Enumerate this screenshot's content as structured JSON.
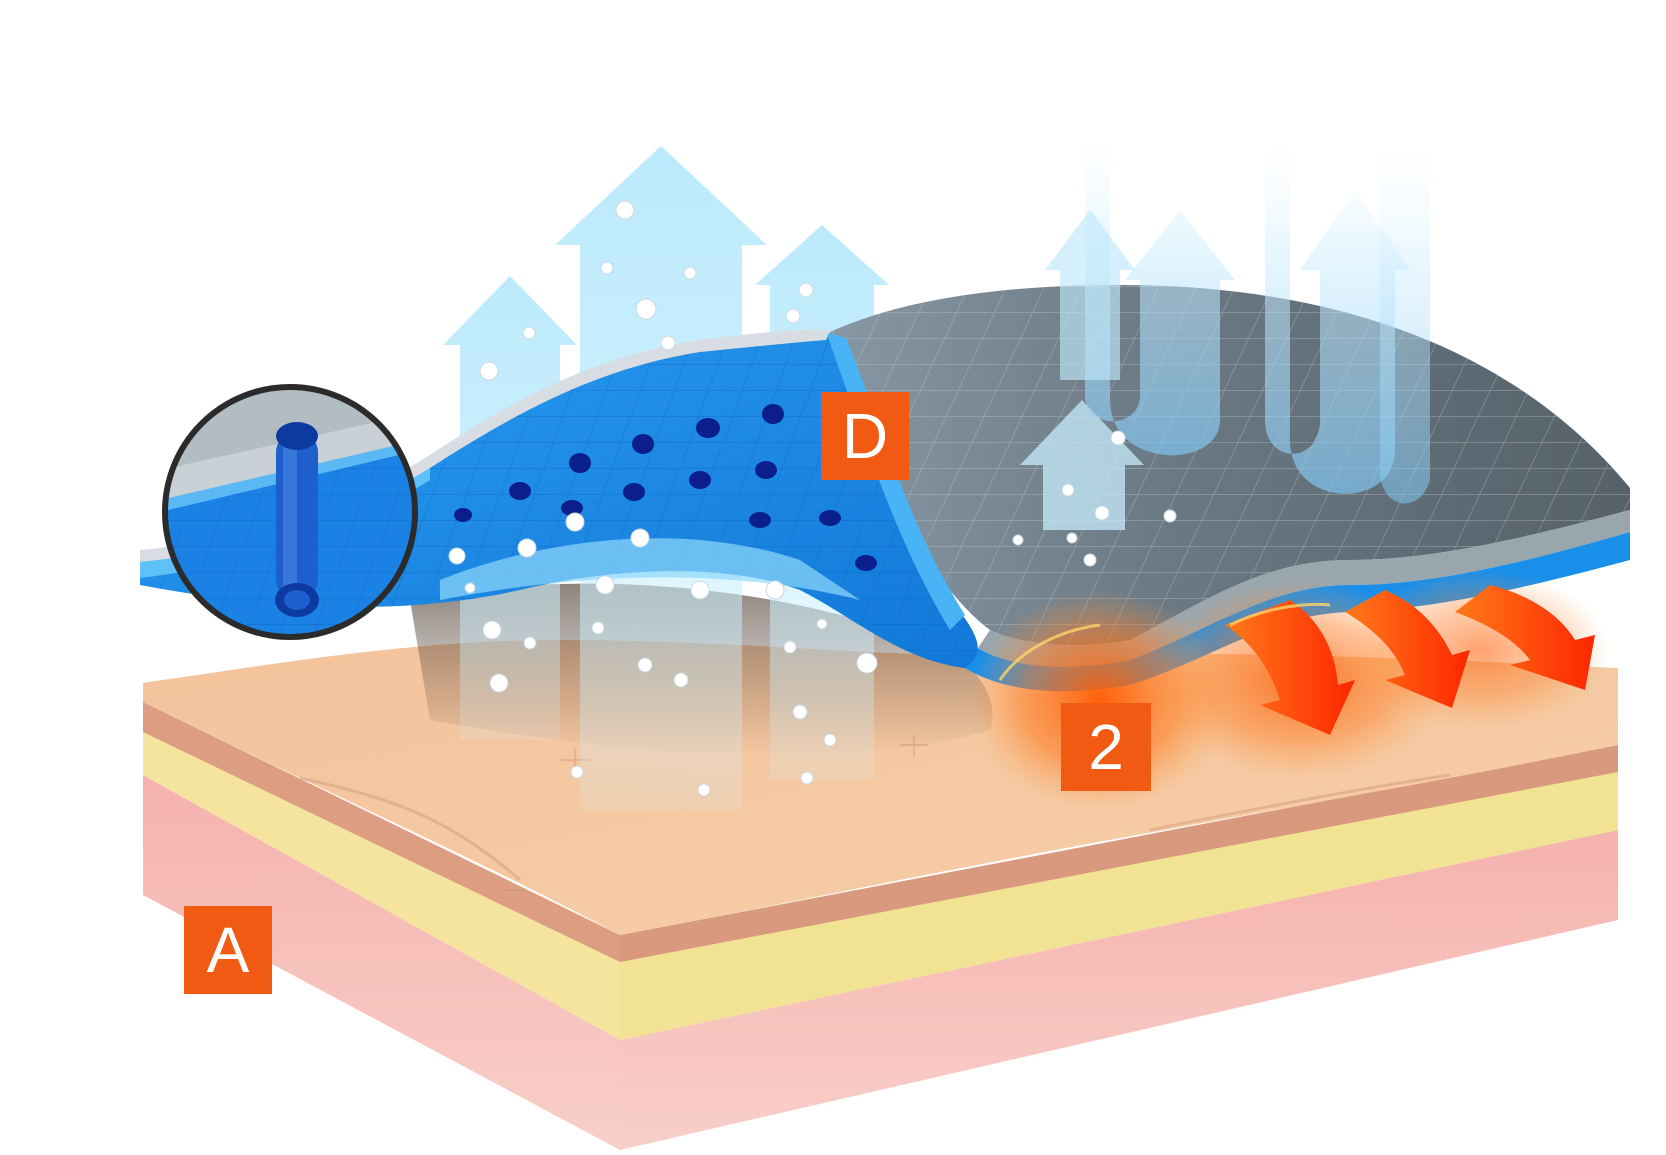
{
  "labels": {
    "d": "D",
    "two": "2",
    "a": "A"
  },
  "colors": {
    "marker_bg": "#f05a12",
    "marker_text": "#ffffff",
    "membrane_blue": "#1e8ee8",
    "fabric_grey": "#58626b",
    "vapor_arrow": "#bfeafc",
    "heat_arrow": "#ff3b00",
    "skin_top": "#f6c9a4",
    "fat_layer": "#f3e39b",
    "dermis": "#f4b4b0"
  },
  "icons": [
    "vapor-arrow-icon",
    "heat-arrow-icon",
    "pore-detail-icon"
  ]
}
